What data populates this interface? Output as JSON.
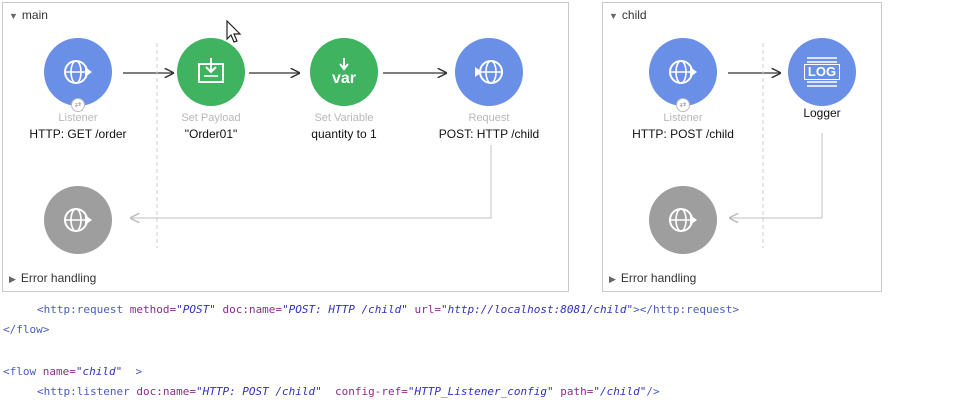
{
  "main_flow": {
    "title": "main",
    "error_handling": "Error handling",
    "nodes": [
      {
        "type": "Listener",
        "name": "HTTP: GET /order",
        "icon": "globe-listener-icon"
      },
      {
        "type": "Set Payload",
        "name": "\"Order01\"",
        "icon": "set-payload-icon"
      },
      {
        "type": "Set Variable",
        "name": "quantity to 1",
        "icon": "var-icon",
        "icon_text": "var"
      },
      {
        "type": "Request",
        "name": "POST: HTTP /child",
        "icon": "globe-request-icon"
      }
    ]
  },
  "child_flow": {
    "title": "child",
    "error_handling": "Error handling",
    "nodes": [
      {
        "type": "Listener",
        "name": "HTTP: POST /child",
        "icon": "globe-listener-icon"
      },
      {
        "type": "",
        "name": "Logger",
        "icon": "logger-icon",
        "icon_text": "LOG"
      }
    ]
  },
  "code": {
    "line1": {
      "tag_open": "<http:request",
      "attr1": " method=",
      "val1": "\"POST\"",
      "attr2": " doc:name=",
      "val2": "\"POST: HTTP /child\"",
      "attr3": " url=",
      "val3": "\"http://localhost:8081/child\"",
      "tag_close": "></http:request>"
    },
    "line2": "</flow>",
    "line3": {
      "tag_open": "<flow",
      "attr1": " name=",
      "val1": "\"child\"",
      "tag_close": "  >"
    },
    "line4": {
      "tag_open": "<http:listener",
      "attr1": " doc:name=",
      "val1": "\"HTTP: POST /child\"",
      "attr2": "  config-ref=",
      "val2": "\"HTTP_Listener_config\"",
      "attr3": " path=",
      "val3": "\"/child\"",
      "tag_close": "/>"
    }
  },
  "colors": {
    "source": "#6a8fe6",
    "transformer": "#3fb35f",
    "error": "#9e9e9e"
  }
}
